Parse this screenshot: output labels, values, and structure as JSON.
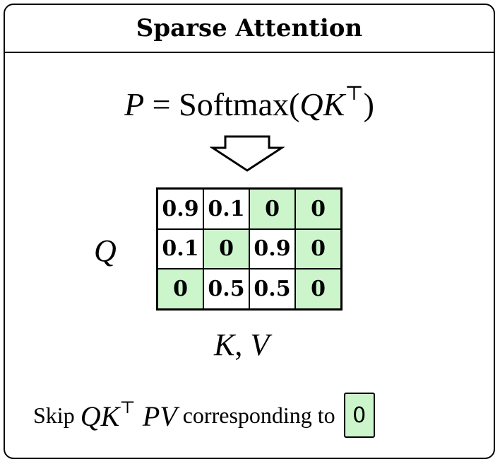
{
  "header": {
    "title": "Sparse Attention"
  },
  "formula": {
    "lhs": "P",
    "eq": " = ",
    "fn": "Softmax",
    "open": "(",
    "q": "Q",
    "k": "K",
    "sup": "⊤",
    "close": ")"
  },
  "labels": {
    "rows": "Q",
    "cols_k": "K",
    "comma": ", ",
    "cols_v": "V"
  },
  "matrix": {
    "rows": [
      [
        "0.9",
        "0.1",
        "0",
        "0"
      ],
      [
        "0.1",
        "0",
        "0.9",
        "0"
      ],
      [
        "0",
        "0.5",
        "0.5",
        "0"
      ]
    ]
  },
  "skip": {
    "prefix": "Skip",
    "q": "Q",
    "k": "K",
    "sup": "⊤",
    "p": "P",
    "v": "V",
    "middle": "corresponding to",
    "box_value": "0"
  },
  "colors": {
    "zero_fill": "#ccf5cc",
    "border": "#000000"
  },
  "icons": {
    "arrow": "down-arrow-icon"
  }
}
